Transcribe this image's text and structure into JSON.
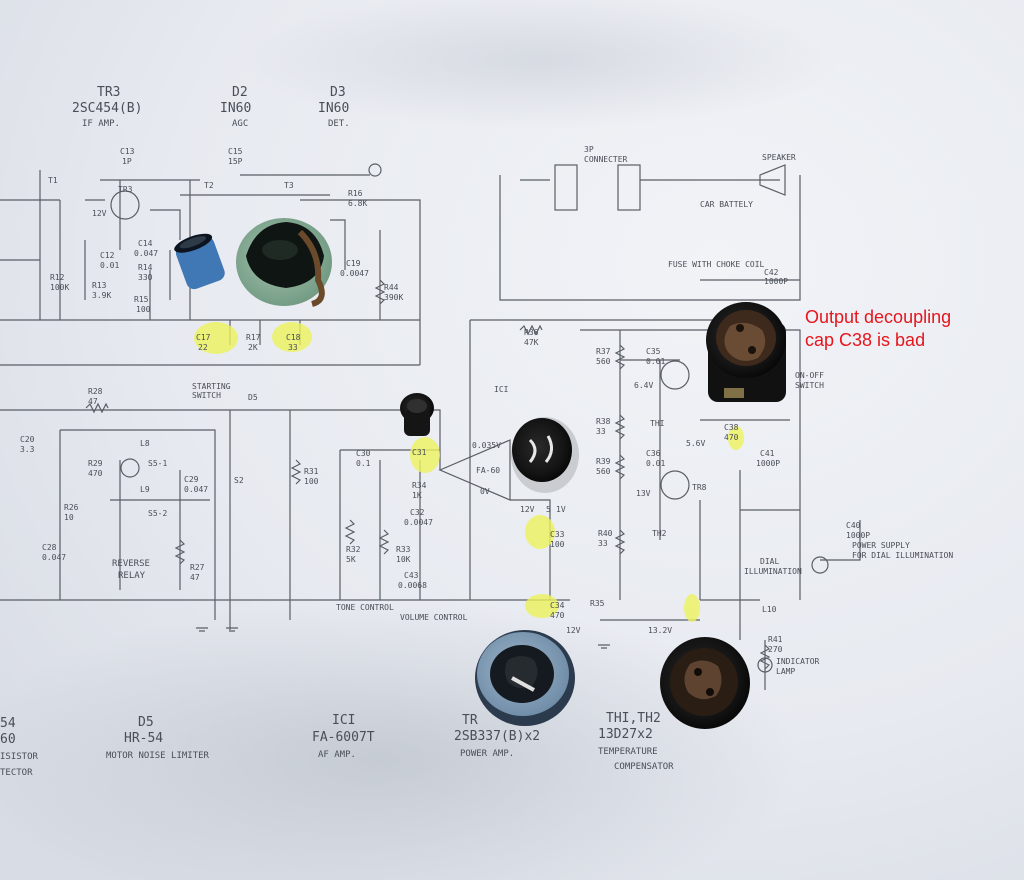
{
  "annotation": {
    "line1": "Output decoupling",
    "line2": "cap C38 is bad",
    "color": "#e5161c"
  },
  "top_captions": {
    "tr3": {
      "name": "TR3",
      "part": "2SC454(B)",
      "role": "IF AMP."
    },
    "d2": {
      "name": "D2",
      "part": "IN60",
      "role": "AGC"
    },
    "d3": {
      "name": "D3",
      "part": "IN60",
      "role": "DET."
    }
  },
  "bottom_captions": {
    "d4": {
      "name": "54",
      "part": "60",
      "role1": "ISISTOR",
      "role2": "TECTOR"
    },
    "d5": {
      "name": "D5",
      "part": "HR-54",
      "role": "MOTOR NOISE LIMITER"
    },
    "ic1": {
      "name": "ICI",
      "part": "FA-6007T",
      "role": "AF AMP."
    },
    "tr": {
      "name": "TR",
      "part": "2SB337(B)x2",
      "role": "POWER AMP."
    },
    "th": {
      "name": "THI,TH2",
      "part": "13D27x2",
      "role1": "TEMPERATURE",
      "role2": "COMPENSATOR"
    }
  },
  "labels": {
    "connector": [
      "3P",
      "CONNECTER"
    ],
    "speaker": "SPEAKER",
    "car_battery": "CAR BATTELY",
    "fuse": "FUSE WITH CHOKE COIL",
    "c42": [
      "C42",
      "1000P"
    ],
    "r36": [
      "R36",
      "47K"
    ],
    "on_off": [
      "ON-OFF",
      "SWITCH"
    ],
    "ic1_mid": "ICI",
    "ic1_part": "FA-60",
    "starting_switch": [
      "STARTING",
      "SWITCH"
    ],
    "d5": "D5",
    "r28": [
      "R28",
      "47"
    ],
    "c20": [
      "C20",
      "3.3"
    ],
    "r29": [
      "R29",
      "470"
    ],
    "c29": [
      "C29",
      "0.047"
    ],
    "s2": "S2",
    "r26": [
      "R26",
      "10"
    ],
    "c28": [
      "C28",
      "0.047"
    ],
    "reverse_relay": [
      "REVERSE",
      "RELAY"
    ],
    "r27": [
      "R27",
      "47"
    ],
    "r31": [
      "R31",
      "100"
    ],
    "c30": [
      "C30",
      "0.1"
    ],
    "c31": "C31",
    "r34": [
      "R34",
      "1K"
    ],
    "c32": [
      "C32",
      "0.0047"
    ],
    "r32": [
      "R32",
      "5K"
    ],
    "r33": [
      "R33",
      "10K"
    ],
    "c43": [
      "C43",
      "0.0068"
    ],
    "tone": "TONE CONTROL",
    "volume": "VOLUME CONTROL",
    "c33": [
      "C33",
      "100"
    ],
    "c34": [
      "C34",
      "470"
    ],
    "r35": "R35",
    "v12": "12V",
    "v13_2": "13.2V",
    "r37": [
      "R37",
      "560"
    ],
    "c35": [
      "C35",
      "0.01"
    ],
    "r38": [
      "R38",
      "33"
    ],
    "th1": "THI",
    "r39": [
      "R39",
      "560"
    ],
    "c36": [
      "C36",
      "0.01"
    ],
    "r40": [
      "R40",
      "33"
    ],
    "th2": "TH2",
    "tr8": "TR8",
    "c38": [
      "C38",
      "470"
    ],
    "c41": [
      "C41",
      "1000P"
    ],
    "c40": [
      "C40",
      "1000P"
    ],
    "power_supply": [
      "POWER SUPPLY",
      "FOR DIAL ILLUMINATION"
    ],
    "dial": [
      "DIAL",
      "ILLUMINATION"
    ],
    "l10": "L10",
    "r41": [
      "R41",
      "270"
    ],
    "indicator": [
      "INDICATOR",
      "LAMP"
    ],
    "r44": [
      "R44",
      "390K"
    ],
    "r16": [
      "R16",
      "6.8K"
    ],
    "c19": [
      "C19",
      "0.0047"
    ],
    "c17": [
      "C17",
      "22"
    ],
    "r17": [
      "R17",
      "2K"
    ],
    "c18": [
      "C18",
      "33"
    ],
    "c13": [
      "C13",
      "1P"
    ],
    "c15": [
      "C15",
      "15P"
    ],
    "r12": [
      "R12",
      "100K"
    ],
    "r13": [
      "R13",
      "3.9K"
    ],
    "r14": [
      "R14",
      "330"
    ],
    "r15": [
      "R15",
      "100"
    ],
    "c12": [
      "C12",
      "0.01"
    ],
    "c14": [
      "C14",
      "0.047"
    ],
    "t1": "T1",
    "t2": "T2",
    "t3": "T3",
    "tr3s": "TR3",
    "l8": "L8",
    "l9": "L9",
    "s51": "S5-1",
    "s52": "S5-2",
    "v64": "6.4V",
    "v56": "5.6V",
    "v13": "13V",
    "v12b": "12V",
    "v5": "5",
    "v1": "1V",
    "v0035": "0.035V",
    "v0": "0V",
    "v12c": "12V"
  }
}
